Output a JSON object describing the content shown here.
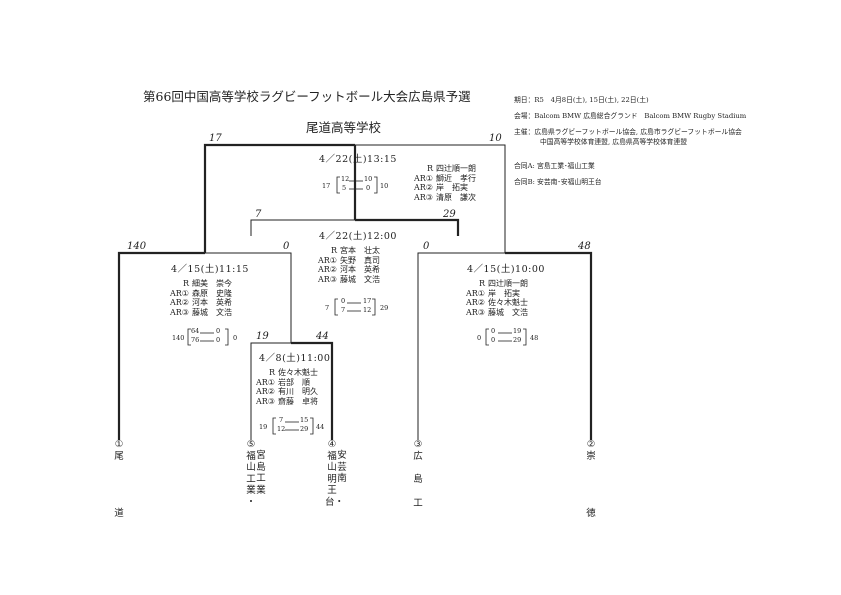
{
  "title": "第66回中国高等学校ラグビーフットボール大会広島県予選",
  "info": {
    "date_label": "期日：",
    "date_value": "R5　4月8日(土), 15日(土), 22日(土)",
    "venue_label": "会場：",
    "venue_value": "Balcom BMW 広島総合グランド　Balcom BMW Rugby Stadium",
    "host_label": "主催：",
    "host_line1": "広島県ラグビーフットボール協会, 広島市ラグビーフットボール協会",
    "host_line2": "中国高等学校体育連盟, 広島県高等学校体育連盟",
    "joint_a": "合同A: 宮島工業･福山工業",
    "joint_b": "合同B: 安芸南･安福山明王台"
  },
  "winner": "尾道高等学校",
  "final": {
    "score_left": "17",
    "score_right": "10",
    "date": "4／22(土)13:15",
    "officials": [
      [
        "R",
        "四辻順一朗"
      ],
      [
        "AR①",
        "鰤近　孝行"
      ],
      [
        "AR②",
        "岸　拓実"
      ],
      [
        "AR③",
        "清原　謙次"
      ]
    ],
    "total_left": "17",
    "total_right": "10",
    "h1_left": "12",
    "h1_right": "10",
    "h2_left": "5",
    "h2_right": "0"
  },
  "semi": {
    "score_left": "7",
    "score_right": "29",
    "date": "4／22(土)12:00",
    "officials": [
      [
        "R",
        "宮本　壮太"
      ],
      [
        "AR①",
        "矢野　真司"
      ],
      [
        "AR②",
        "河本　英希"
      ],
      [
        "AR③",
        "藤城　文浩"
      ]
    ],
    "total_left": "7",
    "total_right": "29",
    "h1_left": "0",
    "h1_right": "17",
    "h2_left": "7",
    "h2_right": "12"
  },
  "left_match": {
    "score_left": "140",
    "score_right": "0",
    "date": "4／15(土)11:15",
    "officials": [
      [
        "R",
        "細美　崇今"
      ],
      [
        "AR①",
        "森原　史隆"
      ],
      [
        "AR②",
        "河本　英希"
      ],
      [
        "AR③",
        "藤城　文浩"
      ]
    ],
    "total_left": "140",
    "total_right": "0",
    "h1_left": "64",
    "h1_right": "0",
    "h2_left": "76",
    "h2_right": "0"
  },
  "right_match": {
    "score_left": "0",
    "score_right": "48",
    "date": "4／15(土)10:00",
    "officials": [
      [
        "R",
        "四辻順一朗"
      ],
      [
        "AR①",
        "岸　拓実"
      ],
      [
        "AR②",
        "佐々木魁士"
      ],
      [
        "AR③",
        "藤城　文浩"
      ]
    ],
    "total_left": "0",
    "total_right": "48",
    "h1_left": "0",
    "h1_right": "19",
    "h2_left": "0",
    "h2_right": "29"
  },
  "first_round": {
    "score_left": "19",
    "score_right": "44",
    "date": "4／8(土)11:00",
    "officials": [
      [
        "R",
        "佐々木魁士"
      ],
      [
        "AR①",
        "岩部　順"
      ],
      [
        "AR②",
        "有川　明久"
      ],
      [
        "AR③",
        "齋藤　卓将"
      ]
    ],
    "total_left": "19",
    "total_right": "44",
    "h1_left": "7",
    "h1_right": "15",
    "h2_left": "12",
    "h2_right": "29"
  },
  "teams": [
    {
      "num": "①",
      "chars": [
        "尾",
        "",
        "",
        "",
        "道"
      ]
    },
    {
      "num": "⑤",
      "chars": [
        "宮",
        "島",
        "工",
        "業",
        "・"
      ]
    },
    {
      "num": "⑤",
      "chars": [
        "福",
        "山",
        "工",
        "業",
        "・"
      ]
    },
    {
      "num": "④",
      "chars": [
        "福",
        "山",
        "明",
        "王",
        "台・"
      ]
    },
    {
      "num": "④",
      "chars": [
        "安",
        "芸",
        "南",
        "",
        ""
      ]
    },
    {
      "num": "③",
      "chars": [
        "広",
        "",
        "島",
        "",
        "工"
      ]
    },
    {
      "num": "②",
      "chars": [
        "崇",
        "",
        "",
        "",
        "徳"
      ]
    }
  ]
}
